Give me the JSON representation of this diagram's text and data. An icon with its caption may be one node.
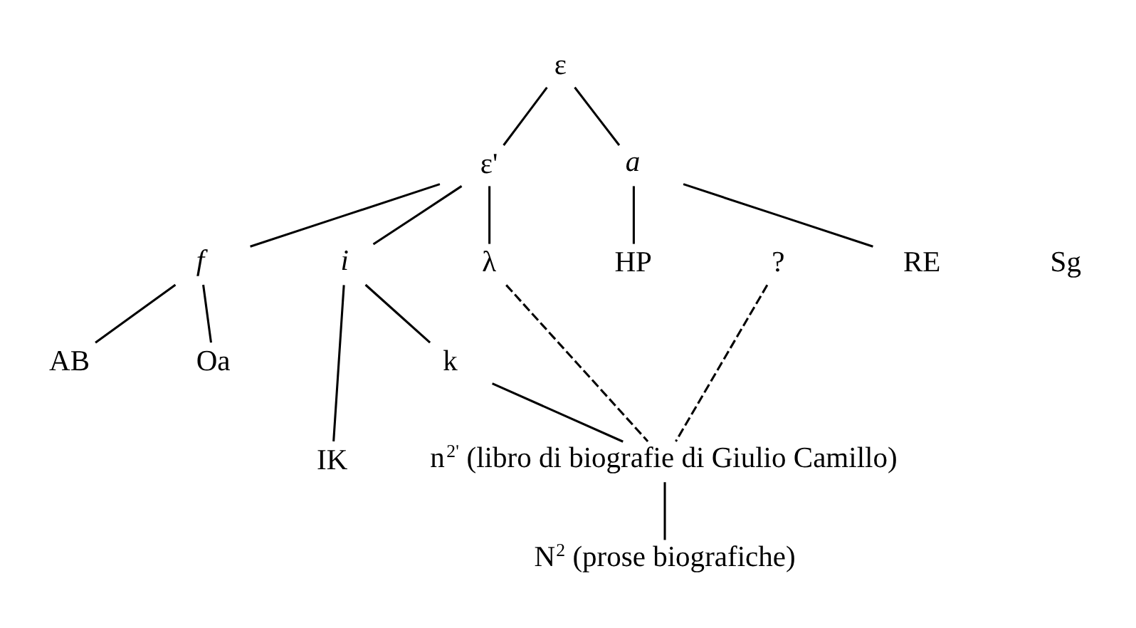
{
  "diagram": {
    "nodes": [
      {
        "text": [
          "ε"
        ]
      },
      {
        "text": [
          "ε'"
        ]
      },
      {
        "text": [
          "a"
        ]
      },
      {
        "text": [
          "f"
        ]
      },
      {
        "text": [
          "i"
        ]
      },
      {
        "text": [
          "λ"
        ]
      },
      {
        "text": [
          "HP"
        ]
      },
      {
        "text": [
          "?"
        ]
      },
      {
        "text": [
          "RE"
        ]
      },
      {
        "text": [
          "AB"
        ]
      },
      {
        "text": [
          "Oa"
        ]
      },
      {
        "text": [
          "k"
        ]
      },
      {
        "text": [
          "IK"
        ]
      },
      {
        "text": [
          "n$^{2'}$ (libro di biografie di Giulio Camillo)"
        ]
      },
      {
        "text": [
          "N$^{2}$ (prose biografiche)"
        ]
      }
    ],
    "edges": [
      {
        "from": 0,
        "to": 1,
        "arrow": "none"
      },
      {
        "from": 0,
        "to": 2,
        "arrow": "none"
      },
      {
        "from": 1,
        "to": 3,
        "arrow": "none"
      },
      {
        "from": 1,
        "to": 4,
        "arrow": "none"
      },
      {
        "from": 1,
        "to": 5,
        "arrow": "none"
      },
      {
        "from": 2,
        "to": 6,
        "arrow": "none"
      },
      {
        "from": 2,
        "to": 8,
        "arrow": "none"
      },
      {
        "from": 3,
        "to": 9,
        "arrow": "none"
      },
      {
        "from": 3,
        "to": 10,
        "arrow": "none"
      },
      {
        "from": 4,
        "to": 12,
        "arrow": "none"
      },
      {
        "from": 4,
        "to": 11,
        "arrow": "none"
      },
      {
        "from": 11,
        "to": 13,
        "arrow": "none"
      },
      {
        "from": 5,
        "to": 13,
        "arrow": "none",
        "style": "dashed"
      },
      {
        "from": 7,
        "to": 13,
        "arrow": "none",
        "style": "dashed"
      },
      {
        "from": 13,
        "to": 14,
        "arrow": "none"
      }
    ],
    "labels": [
      "Sg"
    ]
  }
}
